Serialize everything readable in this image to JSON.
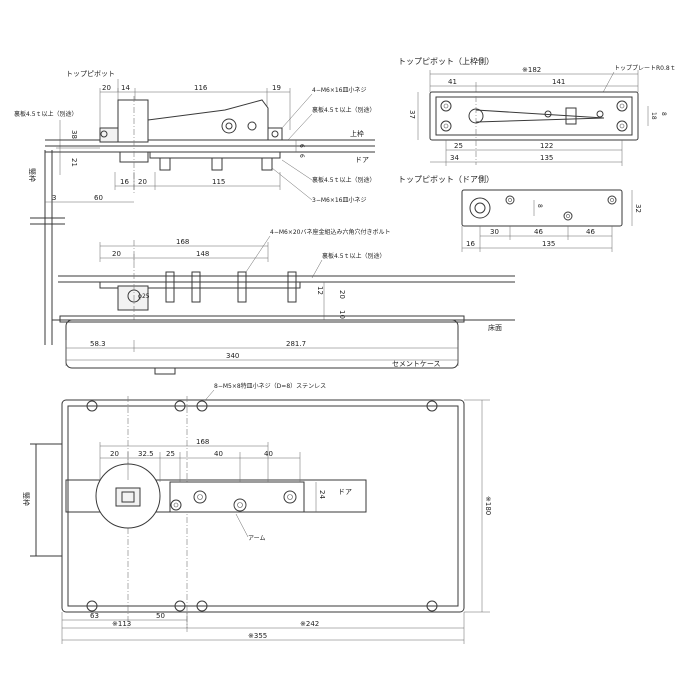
{
  "labels": {
    "top_pivot": "トップピボット",
    "top_pivot_upper": "トップピボット（上枠側）",
    "top_pivot_door": "トップピボット（ドア側）",
    "top_plate": "トッププレートR0.8ｔ",
    "back_plate_1": "裏板4.5ｔ以上（別途）",
    "back_plate_2": "裏板4.5ｔ以上（別途）",
    "back_plate_3": "裏板4.5ｔ以上（別途）",
    "screw_m6_16a": "4−M6×16皿小ネジ",
    "screw_m6_16b": "3−M6×16皿小ネジ",
    "bolt_m6_20": "4−M6×20バネ座金組込み六角穴付きボルト",
    "screw_m5_8": "8−M5×8特皿小ネジ（D=8）ステンレス",
    "upper_frame": "上枠",
    "door": "ドア",
    "door2": "ドア",
    "vertical_frame_1": "竪枠",
    "vertical_frame_2": "竪枠",
    "floor": "床面",
    "cement_case": "セメントケース",
    "arm": "アーム"
  },
  "dims": {
    "d20a": "20",
    "d14": "14",
    "d116": "116",
    "d19": "19",
    "d38": "38",
    "d21": "21",
    "d16a": "16",
    "d20b": "20",
    "d115": "115",
    "d60": "60",
    "d3": "3",
    "d6": "6",
    "d6b": "6",
    "d168a": "168",
    "d20c": "20",
    "d148": "148",
    "phi25": "φ25",
    "d12": "12",
    "d20d": "20",
    "d10": "10",
    "d58_3": "58.3",
    "d281_7": "281.7",
    "d340": "340",
    "d182": "※182",
    "d41": "41",
    "d141": "141",
    "d37": "37",
    "d25a": "25",
    "d122": "122",
    "d18": "18",
    "d34": "34",
    "d135a": "135",
    "d8": "8",
    "d30": "30",
    "d46a": "46",
    "d46b": "46",
    "d16b": "16",
    "d135b": "135",
    "d8b": "8",
    "d32": "32",
    "d168b": "168",
    "d20e": "20",
    "d32_5": "32.5",
    "d25b": "25",
    "d40a": "40",
    "d40b": "40",
    "d24": "24",
    "d180": "※180",
    "d63": "63",
    "d50": "50",
    "d113": "※113",
    "d242": "※242",
    "d355": "※355"
  }
}
